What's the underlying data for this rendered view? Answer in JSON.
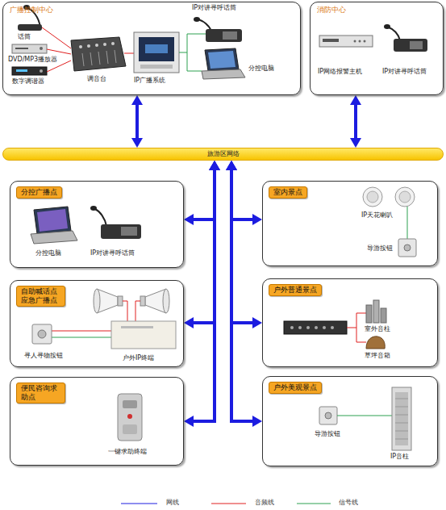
{
  "diagram": {
    "nodes": [
      {
        "text": [
          "广播控制中心"
        ]
      },
      {
        "text": [
          "消防中心"
        ]
      },
      {
        "text": [
          "旅游区网络"
        ]
      },
      {
        "text": [
          "分控广播点"
        ]
      },
      {
        "text": [
          "室内景点"
        ]
      },
      {
        "text": [
          "自助喊话点 应急广播点"
        ]
      },
      {
        "text": [
          "户外普通景点"
        ]
      },
      {
        "text": [
          "便民咨询求助点"
        ]
      },
      {
        "text": [
          "户外美观景点"
        ]
      }
    ],
    "edges": [
      {
        "from": 0,
        "to": 2,
        "arrow": "both"
      },
      {
        "from": 1,
        "to": 2,
        "arrow": "both"
      },
      {
        "from": 2,
        "to": 3,
        "arrow": "both"
      },
      {
        "from": 2,
        "to": 4,
        "arrow": "both"
      },
      {
        "from": 2,
        "to": 5,
        "arrow": "both"
      },
      {
        "from": 2,
        "to": 6,
        "arrow": "both"
      },
      {
        "from": 2,
        "to": 7,
        "arrow": "both"
      },
      {
        "from": 2,
        "to": 8,
        "arrow": "both"
      }
    ],
    "labels": [
      "话筒",
      "DVD/MP3播放器",
      "数字调谐器",
      "调音台",
      "IP广播系统",
      "IP对讲寻呼话筒",
      "分控电脑",
      "IP网络报警主机",
      "IP对讲寻呼话筒",
      "分控电脑",
      "IP对讲寻呼话筒",
      "IP天花喇叭",
      "导游按钮",
      "寻人寻物按钮",
      "户外IP终端",
      "室外音柱",
      "草坪音箱",
      "一键求助终端",
      "导游按钮",
      "IP音柱"
    ],
    "legend": [
      {
        "text": "网线"
      },
      {
        "text": "音频线"
      },
      {
        "text": "信号线"
      }
    ]
  }
}
